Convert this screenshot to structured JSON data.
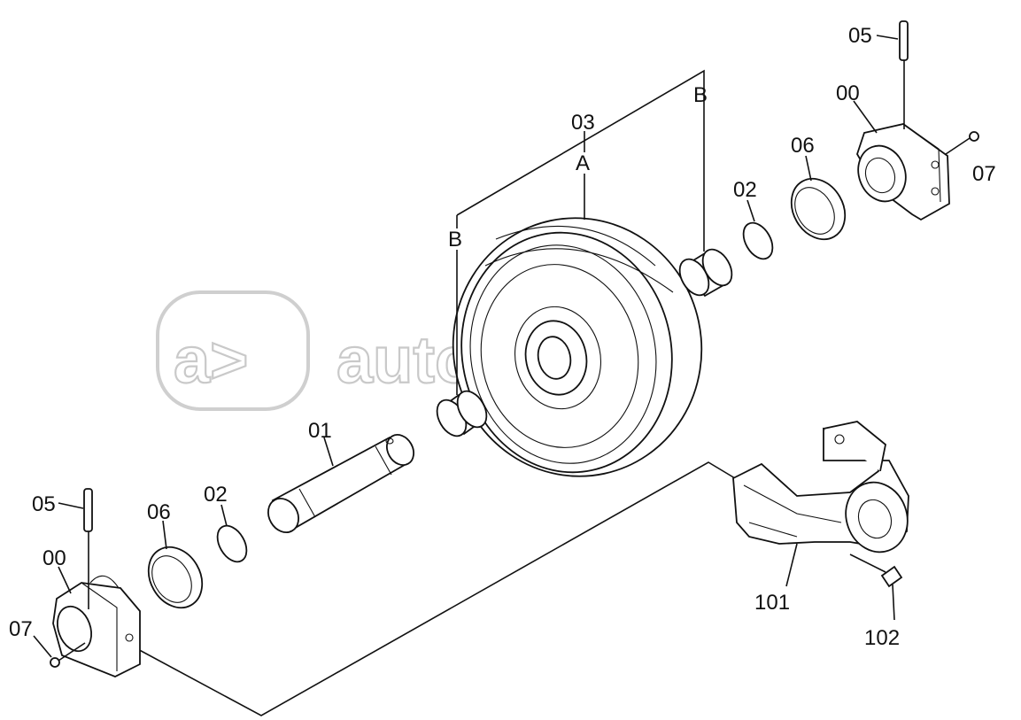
{
  "diagram": {
    "labels": {
      "part_05_top": "05",
      "part_00_top": "00",
      "part_06_top": "06",
      "part_07_top": "07",
      "part_02_top": "02",
      "part_03": "03",
      "mark_a": "A",
      "mark_b_top": "B",
      "mark_b_left": "B",
      "part_01": "01",
      "part_05_bottom": "05",
      "part_06_bottom": "06",
      "part_02_bottom": "02",
      "part_00_bottom": "00",
      "part_07_bottom": "07",
      "part_101": "101",
      "part_102": "102"
    },
    "watermark": {
      "icon": "a>",
      "text": "autopiter.ru"
    }
  }
}
